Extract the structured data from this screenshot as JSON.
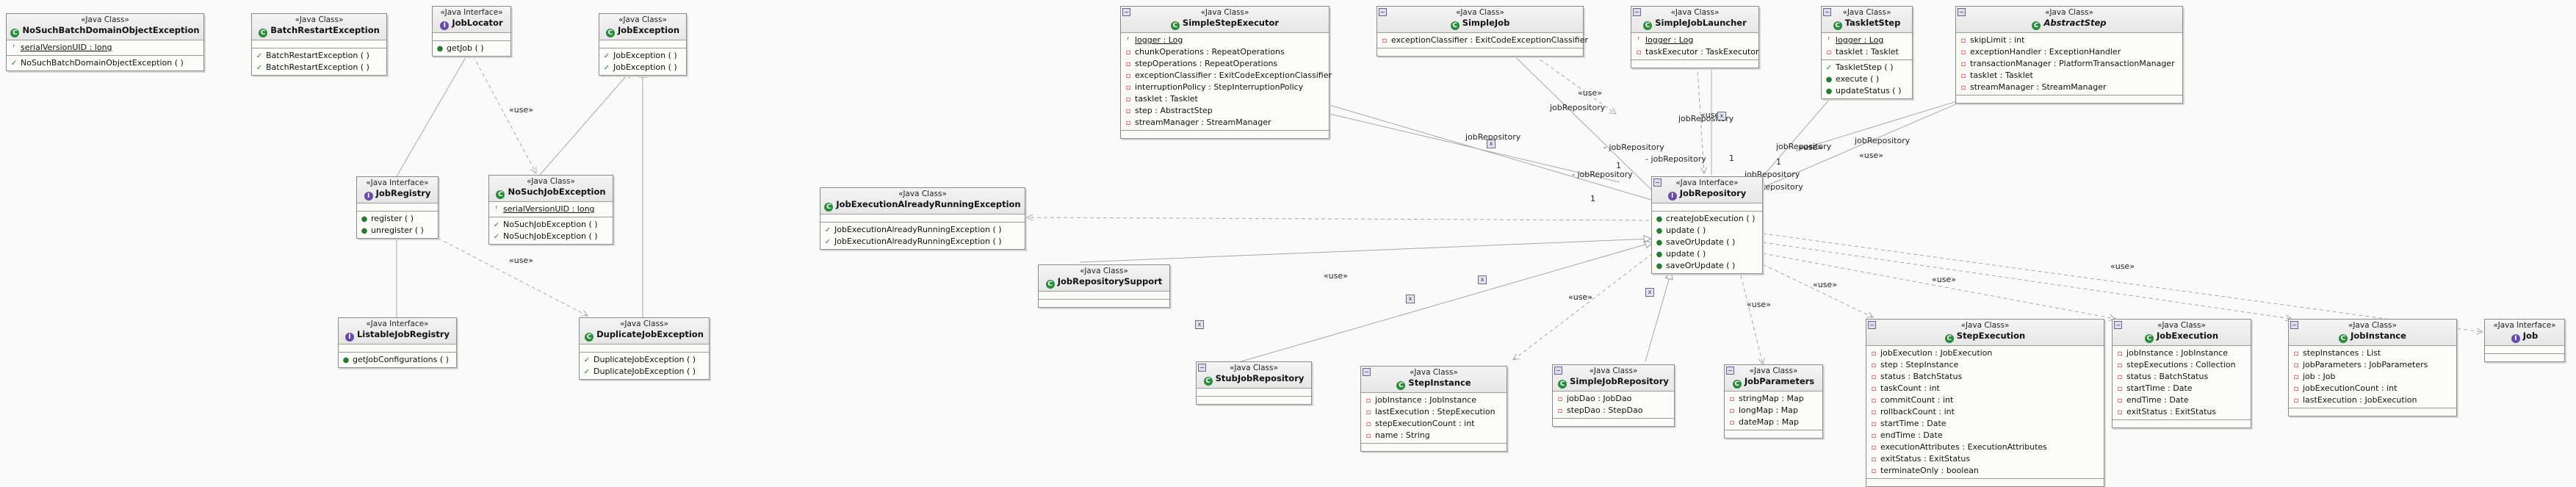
{
  "boxes": {
    "nosuch_domain": {
      "stereotype": "«Java Class»",
      "name": "NoSuchBatchDomainObjectException",
      "attrs": [
        "serialVersionUID : long"
      ],
      "ops": [
        "NoSuchBatchDomainObjectException ( )"
      ]
    },
    "batch_restart": {
      "stereotype": "«Java Class»",
      "name": "BatchRestartException",
      "attrs": [],
      "ops": [
        "BatchRestartException ( )",
        "BatchRestartException ( )"
      ]
    },
    "job_locator": {
      "stereotype": "«Java Interface»",
      "name": "JobLocator",
      "attrs": [],
      "ops": [
        "getJob ( )"
      ]
    },
    "job_exception": {
      "stereotype": "«Java Class»",
      "name": "JobException",
      "attrs": [],
      "ops": [
        "JobException ( )",
        "JobException ( )"
      ]
    },
    "job_registry": {
      "stereotype": "«Java Interface»",
      "name": "JobRegistry",
      "attrs": [],
      "ops": [
        "register ( )",
        "unregister ( )"
      ]
    },
    "nosuch_job": {
      "stereotype": "«Java Class»",
      "name": "NoSuchJobException",
      "attrs": [
        "serialVersionUID : long"
      ],
      "ops": [
        "NoSuchJobException ( )",
        "NoSuchJobException ( )"
      ]
    },
    "listable_registry": {
      "stereotype": "«Java Interface»",
      "name": "ListableJobRegistry",
      "attrs": [],
      "ops": [
        "getJobConfigurations ( )"
      ]
    },
    "duplicate_job": {
      "stereotype": "«Java Class»",
      "name": "DuplicateJobException",
      "attrs": [],
      "ops": [
        "DuplicateJobException ( )",
        "DuplicateJobException ( )"
      ]
    },
    "exec_running": {
      "stereotype": "«Java Class»",
      "name": "JobExecutionAlreadyRunningException",
      "attrs": [],
      "ops": [
        "JobExecutionAlreadyRunningException ( )",
        "JobExecutionAlreadyRunningException ( )"
      ]
    },
    "repo_support": {
      "stereotype": "«Java Class»",
      "name": "JobRepositorySupport",
      "attrs": [],
      "ops": []
    },
    "simple_step_exec": {
      "stereotype": "«Java Class»",
      "name": "SimpleStepExecutor",
      "attrs": [
        "logger : Log",
        "chunkOperations : RepeatOperations",
        "stepOperations : RepeatOperations",
        "exceptionClassifier : ExitCodeExceptionClassifier",
        "interruptionPolicy : StepInterruptionPolicy",
        "tasklet : Tasklet",
        "step : AbstractStep",
        "streamManager : StreamManager"
      ],
      "ops": []
    },
    "simple_job": {
      "stereotype": "«Java Class»",
      "name": "SimpleJob",
      "attrs": [
        "exceptionClassifier : ExitCodeExceptionClassifier"
      ],
      "ops": []
    },
    "simple_launcher": {
      "stereotype": "«Java Class»",
      "name": "SimpleJobLauncher",
      "attrs": [
        "logger : Log",
        "taskExecutor : TaskExecutor"
      ],
      "ops": []
    },
    "tasklet_step": {
      "stereotype": "«Java Class»",
      "name": "TaskletStep",
      "attrs": [
        "logger : Log",
        "tasklet : Tasklet"
      ],
      "ops": [
        "TaskletStep ( )",
        "execute ( )",
        "updateStatus ( )"
      ]
    },
    "abstract_step": {
      "stereotype": "«Java Class»",
      "name": "AbstractStep",
      "attrs": [
        "skipLimit : int",
        "exceptionHandler : ExceptionHandler",
        "transactionManager : PlatformTransactionManager",
        "tasklet : Tasklet",
        "streamManager : StreamManager"
      ],
      "ops": []
    },
    "job_repository": {
      "stereotype": "«Java Interface»",
      "name": "JobRepository",
      "attrs": [],
      "ops": [
        "createJobExecution ( )",
        "update ( )",
        "saveOrUpdate ( )",
        "update ( )",
        "saveOrUpdate ( )"
      ]
    },
    "stub_repo": {
      "stereotype": "«Java Class»",
      "name": "StubJobRepository",
      "attrs": [],
      "ops": []
    },
    "step_instance": {
      "stereotype": "«Java Class»",
      "name": "StepInstance",
      "attrs": [
        "jobInstance : JobInstance",
        "lastExecution : StepExecution",
        "stepExecutionCount : int",
        "name : String"
      ],
      "ops": []
    },
    "simple_repo": {
      "stereotype": "«Java Class»",
      "name": "SimpleJobRepository",
      "attrs": [
        "jobDao : JobDao",
        "stepDao : StepDao"
      ],
      "ops": []
    },
    "job_params": {
      "stereotype": "«Java Class»",
      "name": "JobParameters",
      "attrs": [
        "stringMap : Map",
        "longMap : Map",
        "dateMap : Map"
      ],
      "ops": []
    },
    "step_execution": {
      "stereotype": "«Java Class»",
      "name": "StepExecution",
      "attrs": [
        "jobExecution : JobExecution",
        "step : StepInstance",
        "status : BatchStatus",
        "taskCount : int",
        "commitCount : int",
        "rollbackCount : int",
        "startTime : Date",
        "endTime : Date",
        "executionAttributes : ExecutionAttributes",
        "exitStatus : ExitStatus",
        "terminateOnly : boolean"
      ],
      "ops": []
    },
    "job_execution": {
      "stereotype": "«Java Class»",
      "name": "JobExecution",
      "attrs": [
        "jobInstance : JobInstance",
        "stepExecutions : Collection",
        "status : BatchStatus",
        "startTime : Date",
        "endTime : Date",
        "exitStatus : ExitStatus"
      ],
      "ops": []
    },
    "job_instance": {
      "stereotype": "«Java Class»",
      "name": "JobInstance",
      "attrs": [
        "stepInstances : List",
        "jobParameters : JobParameters",
        "job : Job",
        "jobExecutionCount : int",
        "lastExecution : JobExecution"
      ],
      "ops": []
    },
    "job": {
      "stereotype": "«Java Interface»",
      "name": "Job",
      "attrs": [],
      "ops": []
    }
  },
  "labels": {
    "use": "«use»",
    "job_repository_role": "- jobRepository",
    "job_repository_plain": "jobRepository",
    "mult_one": "1"
  }
}
